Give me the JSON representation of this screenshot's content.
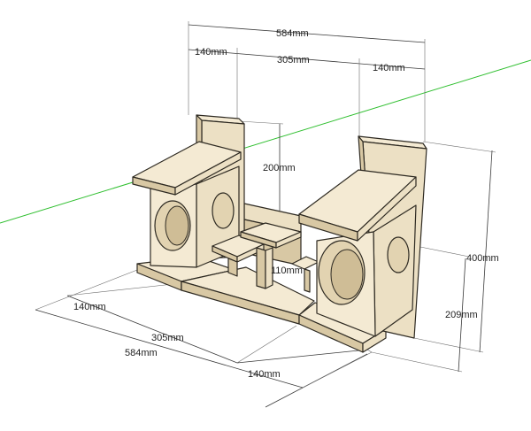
{
  "dimensions": {
    "top_total": "584mm",
    "top_left": "140mm",
    "top_mid": "305mm",
    "top_right": "140mm",
    "height_200": "200mm",
    "height_400": "400mm",
    "height_209": "209mm",
    "height_110": "110mm",
    "bottom_left": "140mm",
    "bottom_mid": "305mm",
    "bottom_total": "584mm",
    "bottom_right": "140mm"
  },
  "colors": {
    "wood": "#ece0c4",
    "axis_green": "#2fbf2f",
    "outline": "#2e2a22"
  }
}
